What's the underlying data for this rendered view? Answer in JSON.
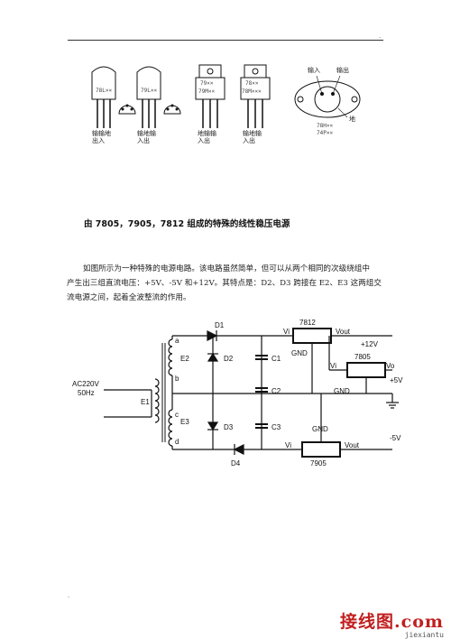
{
  "header": {
    "corner_mark": "."
  },
  "packages": [
    {
      "id": "to92-1",
      "marking": "78L××",
      "pins_label": "输输地\n出入"
    },
    {
      "id": "to92-2",
      "marking": "79L××",
      "pins_label": "输地输\n入出"
    },
    {
      "id": "to220-1",
      "marking1": "79××",
      "marking2": "79M××",
      "pins_label": "地输输\n入出"
    },
    {
      "id": "to220-2",
      "marking1": "78××",
      "marking2": "78M×××",
      "pins_label": "输地输\n入出"
    },
    {
      "id": "to3",
      "input_label": "输入",
      "output_label": "输出",
      "ground_label": "地",
      "marking1": "78H××",
      "marking2": "74P××"
    }
  ],
  "heading": "由 7805，7905，7812 组成的特殊的线性稳压电源",
  "paragraph": {
    "line1": "如图所示为一种特殊的电源电路。该电路虽然简单，但可以从两个相同的次级绕组中",
    "line2": "产生出三组直流电压：+5V、-5V 和+12V。其特点是：D2、D3 跨接在 E2、E3 这两组交",
    "line3": "流电源之间，起着全波整流的作用。"
  },
  "circuit": {
    "source_label_1": "AC220V",
    "source_label_2": "50Hz",
    "primary": "E1",
    "secondary_top": "E2",
    "secondary_bottom": "E3",
    "node_a": "a",
    "node_b": "b",
    "node_c": "c",
    "node_d": "d",
    "diodes": [
      "D1",
      "D2",
      "D3",
      "D4"
    ],
    "caps": [
      "C1",
      "C2",
      "C3"
    ],
    "reg_7812": {
      "name": "7812",
      "vi": "Vi",
      "vout": "Vout",
      "gnd": "GND",
      "out": "+12V"
    },
    "reg_7805": {
      "name": "7805",
      "vi": "Vi",
      "vout": "Vo",
      "gnd": "GND",
      "out": "+5V"
    },
    "reg_7905": {
      "name": "7905",
      "vi": "Vi",
      "vout": "Vout",
      "gnd": "GND",
      "out": "-5V"
    }
  },
  "footer": {
    "corner_mark": ".",
    "watermark_main": "接线图",
    "watermark_com": ".com",
    "watermark_sub": "jiexiantu"
  }
}
